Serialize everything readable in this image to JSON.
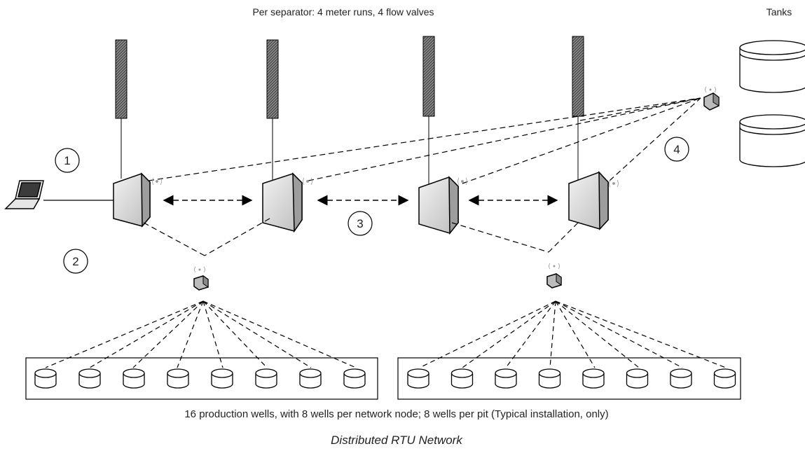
{
  "header": {
    "separator_note": "Per separator: 4 meter runs, 4 flow valves",
    "tanks_label": "Tanks"
  },
  "callouts": [
    "1",
    "2",
    "3",
    "4"
  ],
  "footer": {
    "caption": "16 production wells, with 8 wells per network node; 8 wells per pit (Typical installation, only)",
    "title": "Distributed RTU Network"
  },
  "pits": [
    {
      "wells": 8
    },
    {
      "wells": 8
    }
  ],
  "icons": {
    "laptop": "laptop-icon",
    "rtu": "rtu-box-icon",
    "radio": "radio-node-icon",
    "meter": "meter-run-column-icon",
    "tank": "storage-tank-icon",
    "well": "wellhead-icon"
  },
  "colors": {
    "line": "#000000",
    "box_fill": "#d9d9d9",
    "hatch": "#6b6b6b"
  }
}
